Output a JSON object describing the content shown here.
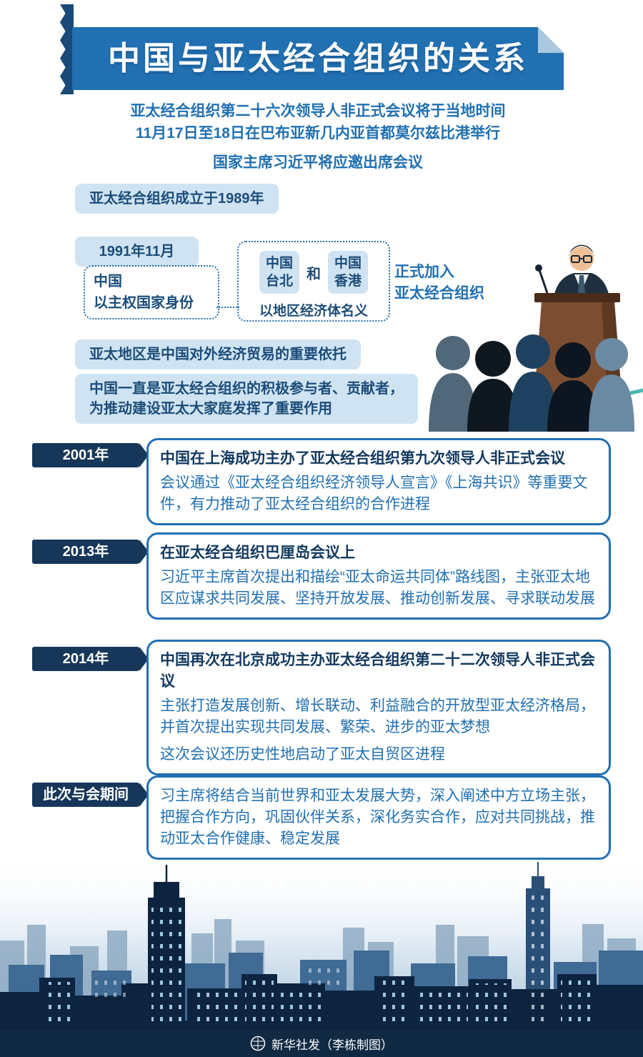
{
  "colors": {
    "banner_blue": "#2170b2",
    "ribbon_navy": "#1b4a78",
    "light_box_bg": "#cfe3f2",
    "light_box_text": "#1c4d79",
    "body_blue": "#2170b2",
    "label_navy": "#16375a",
    "title_navy": "#12395f",
    "teal_accent": "#46b8b1",
    "skyline_dark": "#0d2440",
    "footer_bg": "#102a43"
  },
  "header": {
    "title": "中国与亚太经合组织的关系"
  },
  "intro": {
    "line1": "亚太经合组织第二十六次领导人非正式会议将于当地时间",
    "line2": "11月17日至18日在巴布亚新几内亚首都莫尔兹比港举行",
    "line3": "国家主席习近平将应邀出席会议"
  },
  "founding": {
    "text": "亚太经合组织成立于1989年"
  },
  "membership": {
    "date": "1991年11月",
    "sovereign": "中国\n以主权国家身份",
    "and": "和",
    "taipei": "中国台北",
    "hongkong": "中国香港",
    "regional": "以地区经济体名义",
    "result": "正式加入\n亚太经合组织"
  },
  "statements": {
    "s1": "亚太地区是中国对外经济贸易的重要依托",
    "s2": "中国一直是亚太经合组织的积极参与者、贡献者，\n为推动建设亚太大家庭发挥了重要作用"
  },
  "timeline": [
    {
      "label": "2001年",
      "title": "中国在上海成功主办了亚太经合组织第九次领导人非正式会议",
      "paragraphs": [
        "会议通过《亚太经合组织经济领导人宣言》《上海共识》等重要文件，有力推动了亚太经合组织的合作进程"
      ]
    },
    {
      "label": "2013年",
      "title": "在亚太经合组织巴厘岛会议上",
      "paragraphs": [
        "习近平主席首次提出和描绘“亚太命运共同体”路线图，主张亚太地区应谋求共同发展、坚持开放发展、推动创新发展、寻求联动发展"
      ]
    },
    {
      "label": "2014年",
      "title": "中国再次在北京成功主办亚太经合组织第二十二次领导人非正式会议",
      "paragraphs": [
        "主张打造发展创新、增长联动、利益融合的开放型亚太经济格局，并首次提出实现共同发展、繁荣、进步的亚太梦想",
        "这次会议还历史性地启动了亚太自贸区进程"
      ]
    },
    {
      "label": "此次与会期间",
      "title": "",
      "paragraphs": [
        "习主席将结合当前世界和亚太发展大势，深入阐述中方立场主张，把握合作方向，巩固伙伴关系，深化务实合作，应对共同挑战，推动亚太合作健康、稳定发展"
      ]
    }
  ],
  "footer": {
    "credit": "新华社发（李栋制图）",
    "logo_icon": "xinhua-emblem-icon"
  }
}
